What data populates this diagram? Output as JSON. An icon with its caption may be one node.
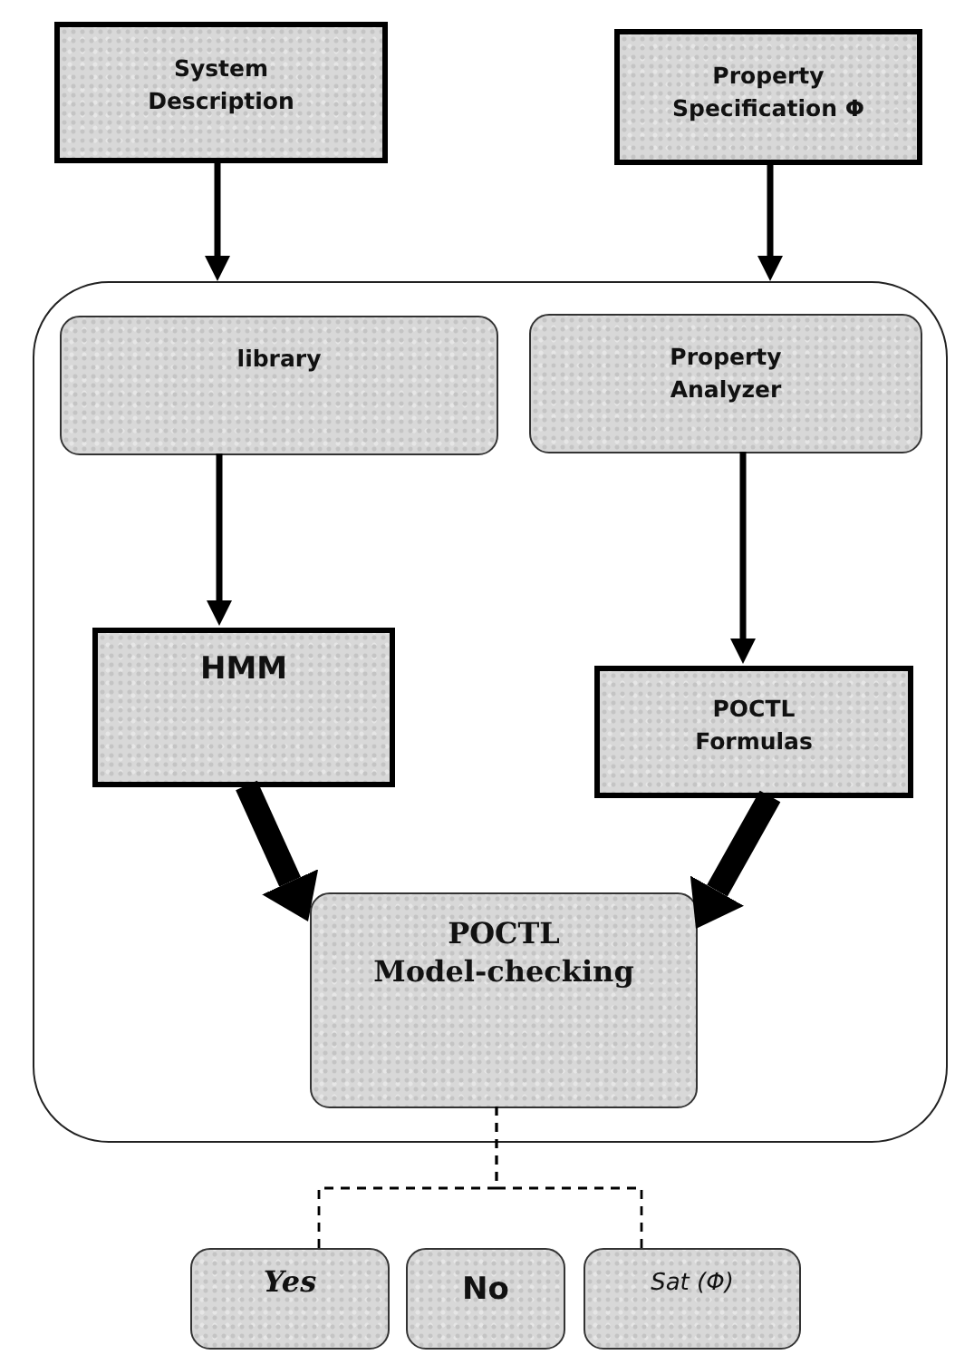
{
  "diagram": {
    "nodes": [
      {
        "text": [
          "System Description"
        ]
      },
      {
        "text": [
          "Property Specification Φ"
        ]
      },
      {
        "text": [],
        "shape": "box"
      },
      {
        "text": [
          "library"
        ],
        "in": 2
      },
      {
        "text": [
          "Property Analyzer"
        ],
        "in": 2
      },
      {
        "text": [
          "HMM"
        ],
        "in": 2
      },
      {
        "text": [
          "POCTL Formulas"
        ],
        "in": 2
      },
      {
        "text": [
          "POCTL Model-checking"
        ],
        "in": 2
      },
      {
        "text": [
          "Yes"
        ]
      },
      {
        "text": [
          "No"
        ]
      },
      {
        "text": [
          "Sat (Φ)"
        ]
      }
    ],
    "edges": [
      {
        "from": 0,
        "to": 2,
        "arrow": "to"
      },
      {
        "from": 1,
        "to": 2,
        "arrow": "to"
      },
      {
        "from": 3,
        "to": 5,
        "arrow": "to"
      },
      {
        "from": 4,
        "to": 6,
        "arrow": "to"
      },
      {
        "from": 5,
        "to": 7,
        "arrow": "to",
        "style": "thick"
      },
      {
        "from": 6,
        "to": 7,
        "arrow": "to",
        "style": "thick"
      },
      {
        "from": 7,
        "to": 8,
        "arrow": "none",
        "style": "dashed"
      },
      {
        "from": 7,
        "to": 10,
        "arrow": "none",
        "style": "dashed"
      }
    ]
  }
}
